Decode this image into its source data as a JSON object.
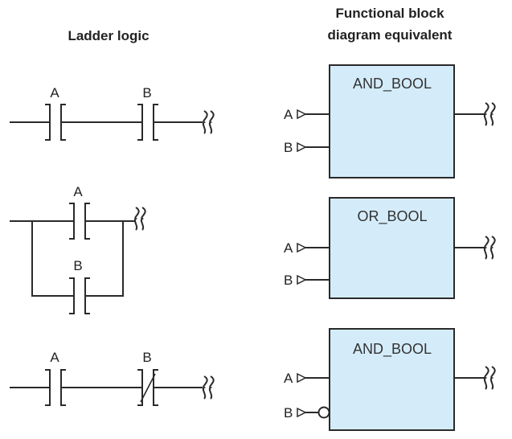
{
  "headers": {
    "ladder": "Ladder logic",
    "fbd_line1": "Functional block",
    "fbd_line2": "diagram equivalent"
  },
  "colors": {
    "block_fill": "#d4ecfa",
    "stroke": "#2a2a2a"
  },
  "rungs": [
    {
      "type": "series",
      "contacts": [
        {
          "label": "A",
          "kind": "normally-open"
        },
        {
          "label": "B",
          "kind": "normally-open"
        }
      ],
      "block": {
        "title": "AND_BOOL",
        "inputs": [
          {
            "label": "A",
            "negated": false
          },
          {
            "label": "B",
            "negated": false
          }
        ]
      }
    },
    {
      "type": "parallel",
      "contacts": [
        {
          "label": "A",
          "kind": "normally-open"
        },
        {
          "label": "B",
          "kind": "normally-open"
        }
      ],
      "block": {
        "title": "OR_BOOL",
        "inputs": [
          {
            "label": "A",
            "negated": false
          },
          {
            "label": "B",
            "negated": false
          }
        ]
      }
    },
    {
      "type": "series",
      "contacts": [
        {
          "label": "A",
          "kind": "normally-open"
        },
        {
          "label": "B",
          "kind": "normally-closed"
        }
      ],
      "block": {
        "title": "AND_BOOL",
        "inputs": [
          {
            "label": "A",
            "negated": false
          },
          {
            "label": "B",
            "negated": true
          }
        ]
      }
    }
  ]
}
